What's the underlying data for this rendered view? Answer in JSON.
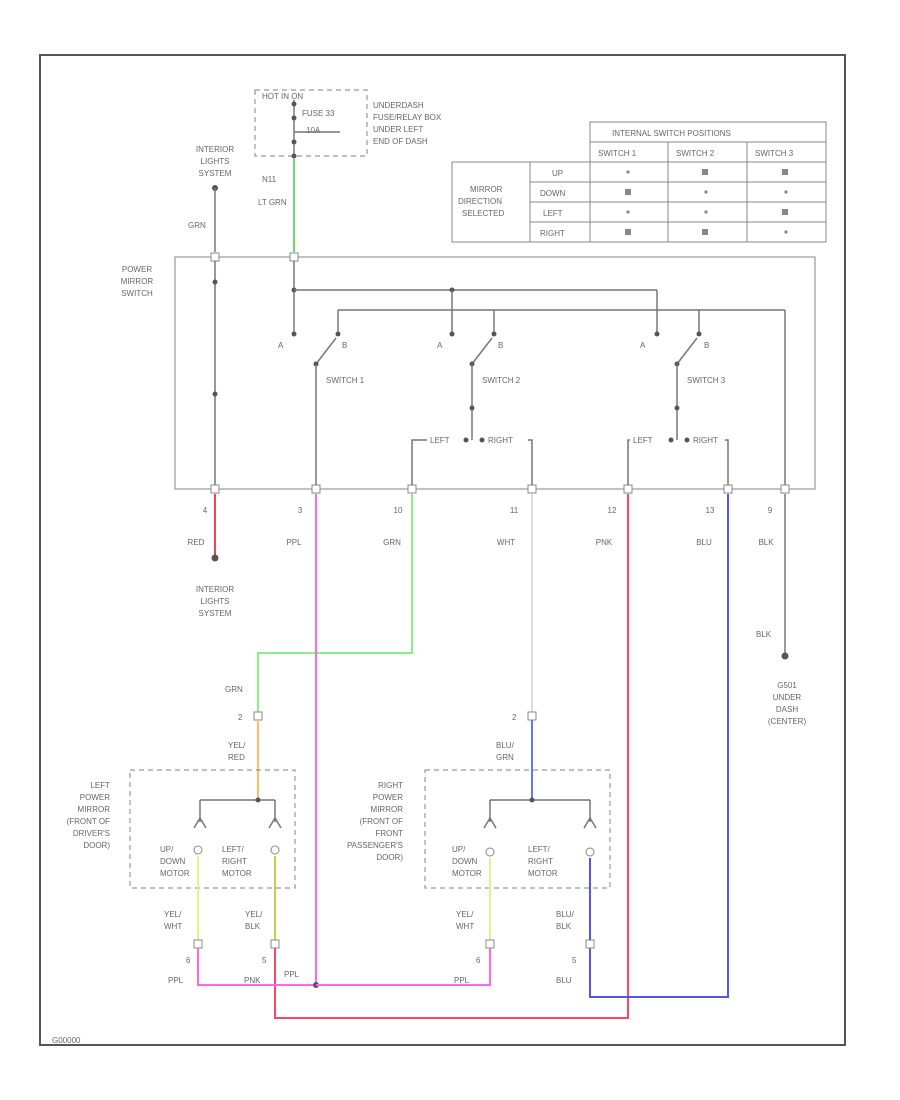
{
  "colors": {
    "lt_grn": "#66dd66",
    "grn": "#88ee88",
    "red": "#ee4455",
    "ppl": "#ff66ee",
    "wht": "#dddddd",
    "pnk": "#ff4466",
    "blu": "#5555ee",
    "blk": "#777777",
    "yel_red": "#ffbb66",
    "blu_grn": "#6677ee",
    "yel_wht": "#eeee88",
    "yel_blk": "#cccc44"
  },
  "fuse_box": {
    "hot": "HOT IN ON",
    "fuse": "FUSE 33",
    "amps": "10A",
    "location": [
      "UNDERDASH",
      "FUSE/RELAY BOX",
      "UNDER LEFT",
      "END OF DASH"
    ]
  },
  "interior_lights_top": [
    "INTERIOR",
    "LIGHTS",
    "SYSTEM"
  ],
  "interior_lights_bottom": [
    "INTERIOR",
    "LIGHTS",
    "SYSTEM"
  ],
  "wire_n11": "N11",
  "wire_lt_grn": "LT GRN",
  "wire_grn_top": "GRN",
  "power_mirror_switch": [
    "POWER",
    "MIRROR",
    "SWITCH"
  ],
  "switches": [
    "SWITCH 1",
    "SWITCH 2",
    "SWITCH 3"
  ],
  "contact_a": "A",
  "contact_b": "B",
  "left_label": "LEFT",
  "right_label": "RIGHT",
  "pins": [
    {
      "num": "4",
      "color": "RED"
    },
    {
      "num": "3",
      "color": "PPL"
    },
    {
      "num": "10",
      "color": "GRN"
    },
    {
      "num": "11",
      "color": "WHT"
    },
    {
      "num": "12",
      "color": "PNK"
    },
    {
      "num": "13",
      "color": "BLU"
    },
    {
      "num": "9",
      "color": "BLK"
    }
  ],
  "table": {
    "header": "INTERNAL SWITCH POSITIONS",
    "columns": [
      "SWITCH 1",
      "SWITCH 2",
      "SWITCH 3"
    ],
    "row_label": [
      "MIRROR",
      "DIRECTION",
      "SELECTED"
    ],
    "rows": [
      "UP",
      "DOWN",
      "LEFT",
      "RIGHT"
    ]
  },
  "ground": {
    "wire": "BLK",
    "label": [
      "G501",
      "UNDER",
      "DASH",
      "(CENTER)"
    ]
  },
  "left_mirror": {
    "pin": "2",
    "wire_top": "GRN",
    "wire_in": [
      "YEL/",
      "RED"
    ],
    "label": [
      "LEFT",
      "POWER",
      "MIRROR",
      "(FRONT OF",
      "DRIVER'S",
      "DOOR)"
    ],
    "motor1": [
      "UP/",
      "DOWN",
      "MOTOR"
    ],
    "motor2": [
      "LEFT/",
      "RIGHT",
      "MOTOR"
    ],
    "out1": {
      "wire": [
        "YEL/",
        "WHT"
      ],
      "pin": "6",
      "color": "PPL"
    },
    "out2": {
      "wire": [
        "YEL/",
        "BLK"
      ],
      "pin": "5",
      "color": "PNK"
    }
  },
  "right_mirror": {
    "pin": "2",
    "wire_in": [
      "BLU/",
      "GRN"
    ],
    "label": [
      "RIGHT",
      "POWER",
      "MIRROR",
      "(FRONT OF",
      "FRONT",
      "PASSENGER'S",
      "DOOR)"
    ],
    "motor1": [
      "UP/",
      "DOWN",
      "MOTOR"
    ],
    "motor2": [
      "LEFT/",
      "RIGHT",
      "MOTOR"
    ],
    "out1": {
      "wire": [
        "YEL/",
        "WHT"
      ],
      "pin": "6",
      "color": "PPL"
    },
    "out2": {
      "wire": [
        "BLU/",
        "BLK"
      ],
      "pin": "5",
      "color": "BLU"
    }
  },
  "ppl_junction": "PPL",
  "pnk_junction": "PNK",
  "figure_code": "G00000"
}
